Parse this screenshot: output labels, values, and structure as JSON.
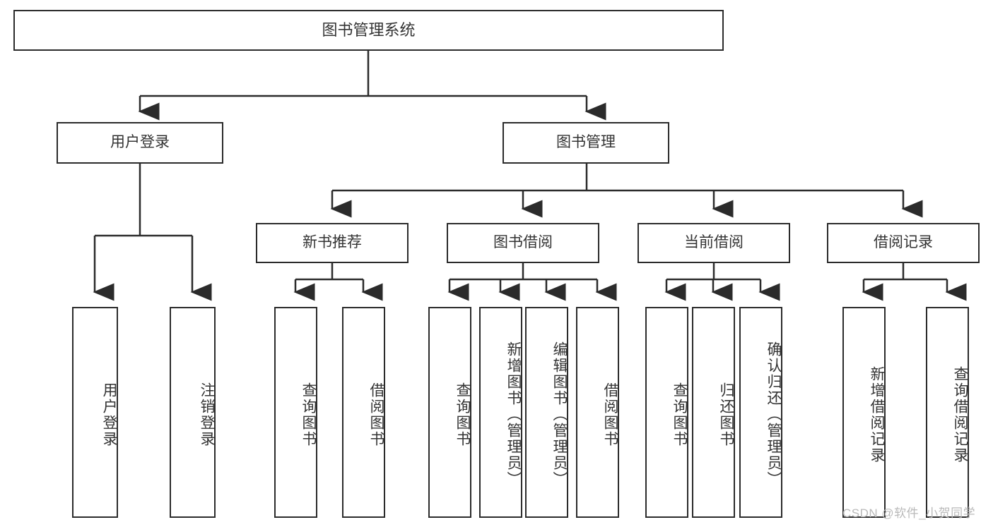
{
  "diagram": {
    "title": "图书管理系统",
    "type": "tree-hierarchy-diagram",
    "colors": {
      "box_border": "#2b2b2b",
      "box_fill": "#ffffff",
      "connector": "#2b2b2b",
      "text": "#333333",
      "watermark": "#b9b9b9"
    },
    "root": {
      "label": "图书管理系统"
    },
    "level2": [
      {
        "label": "用户登录"
      },
      {
        "label": "图书管理"
      }
    ],
    "level3": [
      {
        "label": "新书推荐"
      },
      {
        "label": "图书借阅"
      },
      {
        "label": "当前借阅"
      },
      {
        "label": "借阅记录"
      }
    ],
    "leaves": {
      "user_login": [
        {
          "label": "用户登录"
        },
        {
          "label": "注销登录"
        }
      ],
      "new_book_recommend": [
        {
          "label": "查询图书"
        },
        {
          "label": "借阅图书"
        }
      ],
      "book_borrow": [
        {
          "label": "查询图书"
        },
        {
          "label": "新增图书（管理员）"
        },
        {
          "label": "编辑图书（管理员）"
        },
        {
          "label": "借阅图书"
        }
      ],
      "current_borrow": [
        {
          "label": "查询图书"
        },
        {
          "label": "归还图书"
        },
        {
          "label": "确认归还（管理员）"
        }
      ],
      "borrow_record": [
        {
          "label": "新增借阅记录"
        },
        {
          "label": "查询借阅记录"
        }
      ]
    }
  },
  "watermark": {
    "text": "CSDN @软件_小贺同学"
  }
}
